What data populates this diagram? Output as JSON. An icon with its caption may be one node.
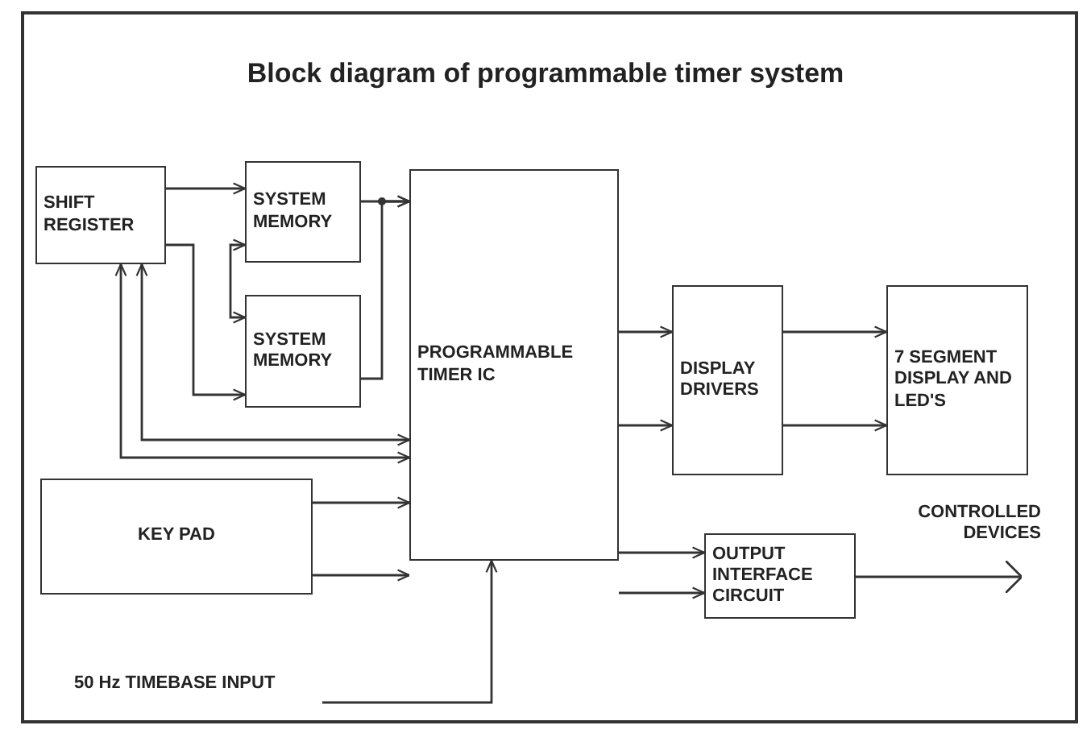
{
  "diagram": {
    "title": "Block diagram of programmable timer system",
    "nodes": [
      {
        "text": [
          "SHIFT REGISTER"
        ]
      },
      {
        "text": [
          "SYSTEM MEMORY"
        ]
      },
      {
        "text": [
          "SYSTEM MEMORY"
        ]
      },
      {
        "text": [
          "PROGRAMMABLE TIMER IC"
        ]
      },
      {
        "text": [
          "DISPLAY DRIVERS"
        ]
      },
      {
        "text": [
          "7 SEGMENT DISPLAY AND LED'S"
        ]
      },
      {
        "text": [
          "KEY PAD"
        ]
      },
      {
        "text": [
          "OUTPUT INTERFACE CIRCUIT"
        ]
      },
      {
        "text": [
          "50 Hz TIMEBASE INPUT"
        ]
      },
      {
        "text": [
          "CONTROLLED DEVICES"
        ]
      }
    ],
    "edges": [
      {
        "from": 0,
        "to": 1,
        "arrow": "to"
      },
      {
        "from": 0,
        "to": 2,
        "arrow": "to"
      },
      {
        "from": 1,
        "to": 2,
        "arrow": "both"
      },
      {
        "from": 1,
        "to": 3,
        "arrow": "to"
      },
      {
        "from": 2,
        "to": 3,
        "arrow": "to"
      },
      {
        "from": 3,
        "to": 0,
        "arrow": "both"
      },
      {
        "from": 3,
        "to": 0,
        "arrow": "both"
      },
      {
        "from": 6,
        "to": 3,
        "arrow": "to"
      },
      {
        "from": 6,
        "to": 3,
        "arrow": "to"
      },
      {
        "from": 3,
        "to": 4,
        "arrow": "to"
      },
      {
        "from": 3,
        "to": 4,
        "arrow": "to"
      },
      {
        "from": 4,
        "to": 5,
        "arrow": "to"
      },
      {
        "from": 4,
        "to": 5,
        "arrow": "to"
      },
      {
        "from": 3,
        "to": 7,
        "arrow": "to"
      },
      {
        "from": 3,
        "to": 7,
        "arrow": "to"
      },
      {
        "from": 7,
        "to": 9,
        "arrow": "to"
      },
      {
        "from": 8,
        "to": 3,
        "arrow": "to"
      }
    ]
  }
}
